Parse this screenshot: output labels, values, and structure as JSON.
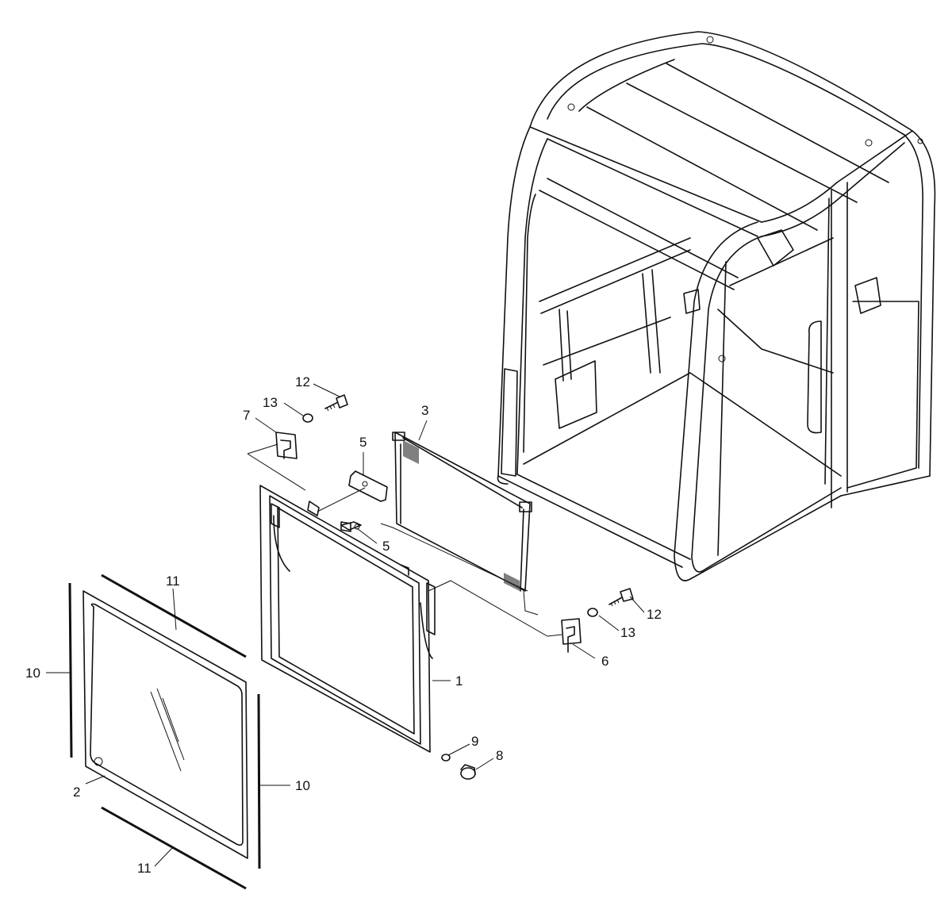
{
  "callouts": [
    {
      "id": "c1",
      "label": "1"
    },
    {
      "id": "c2",
      "label": "2"
    },
    {
      "id": "c3",
      "label": "3"
    },
    {
      "id": "c5a",
      "label": "5"
    },
    {
      "id": "c5b",
      "label": "5"
    },
    {
      "id": "c6",
      "label": "6"
    },
    {
      "id": "c7",
      "label": "7"
    },
    {
      "id": "c8",
      "label": "8"
    },
    {
      "id": "c9",
      "label": "9"
    },
    {
      "id": "c10a",
      "label": "10"
    },
    {
      "id": "c10b",
      "label": "10"
    },
    {
      "id": "c11a",
      "label": "11"
    },
    {
      "id": "c11b",
      "label": "11"
    },
    {
      "id": "c12a",
      "label": "12"
    },
    {
      "id": "c12b",
      "label": "12"
    },
    {
      "id": "c13a",
      "label": "13"
    },
    {
      "id": "c13b",
      "label": "13"
    }
  ],
  "colors": {
    "line": "#111111",
    "background": "#ffffff"
  }
}
